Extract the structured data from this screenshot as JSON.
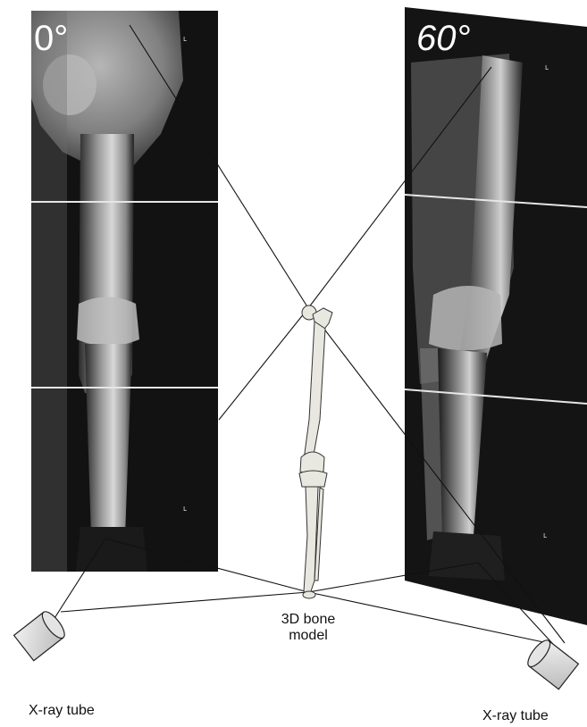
{
  "angles": {
    "left": "0°",
    "right": "60°"
  },
  "labels": {
    "bone_model_line1": "3D bone",
    "bone_model_line2": "model",
    "xray_tube_left": "X-ray tube",
    "xray_tube_right": "X-ray tube"
  },
  "film_markers": {
    "left_top": "L",
    "left_bottom": "L",
    "right_top": "L",
    "right_bottom": "L"
  },
  "colors": {
    "radiograph_dark": "#0c0c0c",
    "radiograph_bone": "#cfcfcf",
    "tube_fill": "#dcdcdc",
    "line": "#111111"
  }
}
